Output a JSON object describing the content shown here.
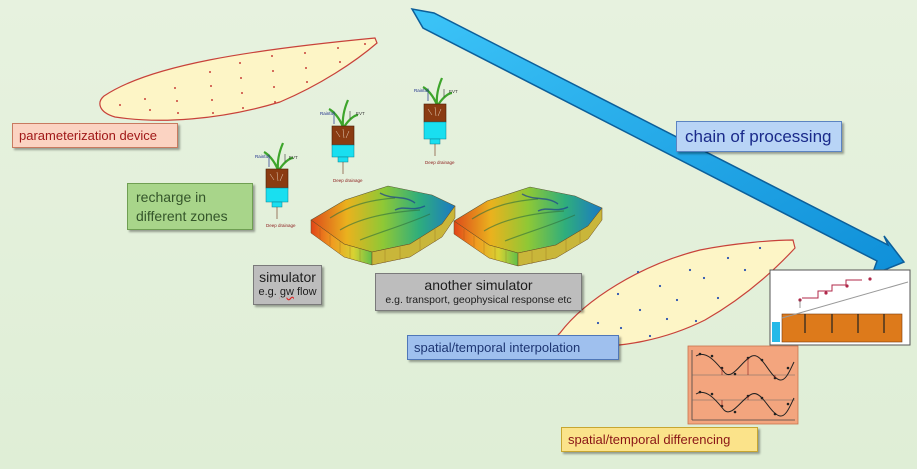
{
  "labels": {
    "parameterization": "parameterization device",
    "recharge_line1": "recharge in",
    "recharge_line2": "different zones",
    "simulator_title": "simulator",
    "simulator_prefix": "e.g. ",
    "simulator_underlined": "gw",
    "simulator_suffix": " flow",
    "another_title": "another simulator",
    "another_sub": "e.g. transport, geophysical response etc",
    "interpolation": "spatial/temporal interpolation",
    "chain": "chain of processing",
    "differencing": "spatial/temporal differencing"
  },
  "plant": {
    "rainfall": "Rainfall",
    "evt": "EVT",
    "deep_drainage": "Deep drainage"
  },
  "colors": {
    "background": "#e4f0dc",
    "arrow_fill": "#1aa6ec",
    "arrow_stroke": "#0c5f9a",
    "blob_fill": "#fdf5c6",
    "blob_stroke": "#c8423a",
    "soil": "#8a3b12",
    "aquifer": "#19dff0",
    "differencing_panel": "#f3a57e"
  }
}
